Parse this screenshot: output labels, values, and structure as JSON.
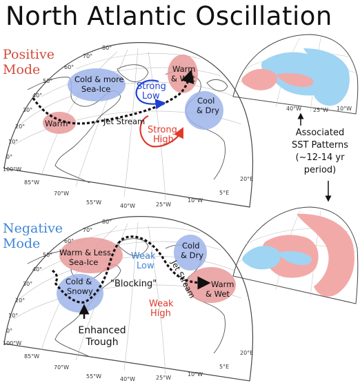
{
  "title": "North Atlantic Oscillation",
  "positive": {
    "mode_line1": "Positive",
    "mode_line2": "Mode",
    "color": "#d24b3b",
    "cold_sea_ice_1": "Cold & more",
    "cold_sea_ice_2": "Sea-Ice",
    "warm_wet_1": "Warm",
    "warm_wet_2": "& Wet",
    "strong_low_1": "Strong",
    "strong_low_2": "Low",
    "cool_dry_1": "Cool",
    "cool_dry_2": "& Dry",
    "warm": "Warm",
    "jet_stream": "Jet Stream",
    "strong_high_1": "Strong",
    "strong_high_2": "High"
  },
  "negative": {
    "mode_line1": "Negative",
    "mode_line2": "Mode",
    "color": "#3f86d6",
    "warm_less_1": "Warm & Less",
    "warm_less_2": "Sea-Ice",
    "jet_stream": "Jet Stream",
    "cold_dry_1": "Cold",
    "cold_dry_2": "& Dry",
    "weak_low_1": "Weak",
    "weak_low_2": "Low",
    "cold_snowy_1": "Cold &",
    "cold_snowy_2": "Snowy",
    "blocking": "\"Blocking\"",
    "weak_high_1": "Weak",
    "weak_high_2": "High",
    "warm_wet_1": "Warm",
    "warm_wet_2": "& Wet",
    "enhanced_trough_1": "Enhanced",
    "enhanced_trough_2": "Trough"
  },
  "sst": {
    "line1": "Associated",
    "line2": "SST Patterns",
    "line3": "(~12-14 yr period)"
  },
  "coords_top": [
    "80°",
    "70°",
    "60°",
    "50°",
    "40°",
    "30°",
    "20°",
    "10°",
    "0°",
    "100°W",
    "85°W",
    "70°W",
    "55°W",
    "40°W",
    "25°W",
    "10°W",
    "5°E",
    "20°E"
  ],
  "coords_bottom": [
    "80°",
    "70°",
    "60°",
    "50°",
    "40°",
    "30°",
    "20°",
    "10°",
    "0°",
    "100°W",
    "85°W",
    "70°W",
    "55°W",
    "40°W",
    "25°W",
    "10°W",
    "5°E",
    "20°E"
  ],
  "coords_sst": [
    "40°W",
    "25°W",
    "10°W"
  ],
  "colors": {
    "warm_region": "#e79a9a",
    "cool_region": "#9db4ea",
    "sst_warm": "#f2aaa8",
    "sst_cool": "#9fd4f3",
    "low_arrow": "#1f3fd3",
    "high_arrow": "#e0392b"
  }
}
